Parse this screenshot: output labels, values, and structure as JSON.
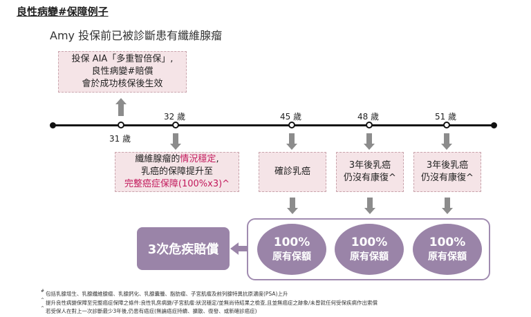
{
  "title": "良性病變#保障例子",
  "subtitle": "Amy 投保前已被診斷患有纖維腺瘤",
  "top_box": {
    "line1": "投保 AIA「多重智倍保」,",
    "line2": "良性病變#賠償",
    "line3": "會於成功核保後生效"
  },
  "ages": {
    "a31": "31 歲",
    "a32": "32 歲",
    "a45": "45 歲",
    "a48": "48 歲",
    "a51": "51 歲"
  },
  "box32": {
    "line1_pre": "纖維腺瘤的",
    "line1_hl": "情況穩定",
    "line1_post": ",",
    "line2": "乳癌的保障提升至",
    "line3": "完整癌症保障(100%x3)^"
  },
  "box45": {
    "text": "確診乳癌"
  },
  "box48": {
    "line1": "3年後乳癌",
    "line2": "仍沒有康復^"
  },
  "box51": {
    "line1": "3年後乳癌",
    "line2": "仍沒有康復^"
  },
  "payouts": [
    {
      "percent": "100%",
      "label": "原有保額"
    },
    {
      "percent": "100%",
      "label": "原有保額"
    },
    {
      "percent": "100%",
      "label": "原有保額"
    }
  ],
  "ci_claim": "3次危疾賠償",
  "footnotes": [
    {
      "mark": "#",
      "text": "包括乳腺增生、乳腺纖維腺瘤、乳腺鈣化、乳腺囊腫、脂肪瘤、子宮肌瘤及前列腺特異抗原濃度(PSA)上升"
    },
    {
      "mark": "^",
      "text": "提升良性病變保障至完整癌症保障之條件:良性乳房病變/子宮肌瘤:狀況穩定/並無尚待結果之檢查,且並無癌症之跡象/未曾就任何受保疾病作出索償"
    },
    {
      "mark": "^",
      "text": "若受保人在對上一次診斷最少3年後,仍患有癌症(無論癌症持續、擴散、復發、或新確診癌症)"
    }
  ],
  "colors": {
    "pink_box": "#f5e4e7",
    "highlight": "#c2185b",
    "purple": "#9a84a8",
    "arrow_gray": "#8c8c8c"
  }
}
